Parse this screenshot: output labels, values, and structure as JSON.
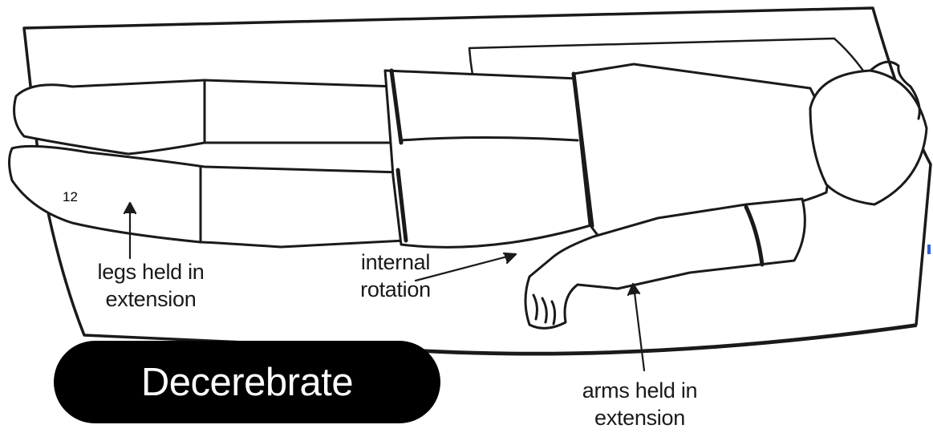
{
  "figure": {
    "title": "Decerebrate",
    "page_number": "12",
    "labels": {
      "legs": [
        "legs held in",
        "extension"
      ],
      "internal": [
        "internal",
        "rotation"
      ],
      "arms": [
        "arms held in",
        "extension"
      ]
    }
  },
  "colors": {
    "ink": "#1a1a1a",
    "title_bg": "#000000",
    "title_fg": "#ffffff",
    "edge_mark": "#2f5fd1"
  }
}
